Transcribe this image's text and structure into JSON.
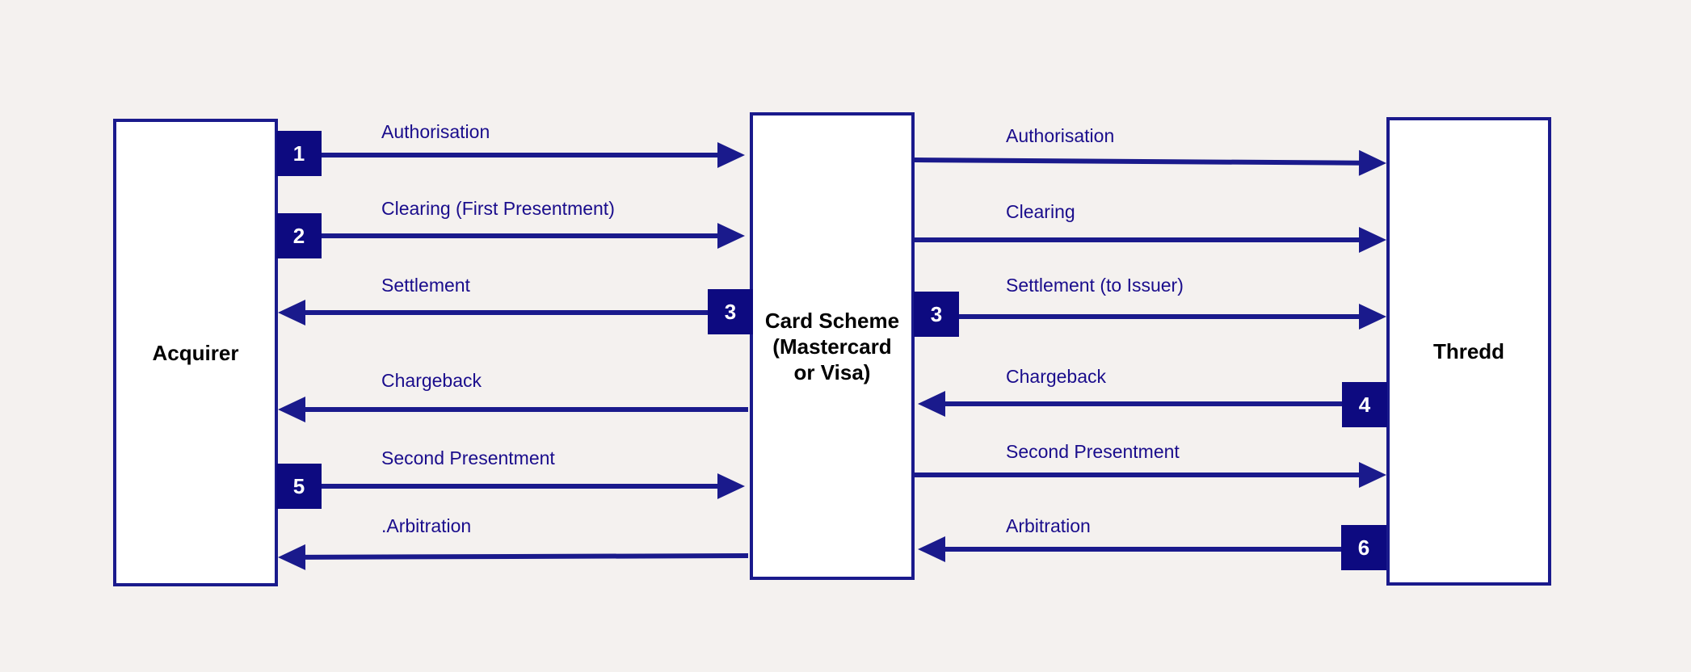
{
  "entities": {
    "acquirer": "Acquirer",
    "scheme": "Card Scheme\n(Mastercard\nor Visa)",
    "thredd": "Thredd"
  },
  "left_flows": [
    {
      "label": "Authorisation",
      "direction": "right",
      "badge": "1"
    },
    {
      "label": "Clearing (First Presentment)",
      "direction": "right",
      "badge": "2"
    },
    {
      "label": "Settlement",
      "direction": "left",
      "badge": "3"
    },
    {
      "label": "Chargeback",
      "direction": "left",
      "badge": ""
    },
    {
      "label": "Second Presentment",
      "direction": "right",
      "badge": "5"
    },
    {
      "label": ".Arbitration",
      "direction": "left",
      "badge": ""
    }
  ],
  "right_flows": [
    {
      "label": "Authorisation",
      "direction": "right",
      "badge": ""
    },
    {
      "label": "Clearing",
      "direction": "right",
      "badge": ""
    },
    {
      "label": "Settlement  (to Issuer)",
      "direction": "right",
      "badge": "3"
    },
    {
      "label": "Chargeback",
      "direction": "left",
      "badge": "4"
    },
    {
      "label": "Second Presentment",
      "direction": "right",
      "badge": ""
    },
    {
      "label": "Arbitration",
      "direction": "left",
      "badge": "6"
    }
  ],
  "colors": {
    "stroke": "#1a1a8c",
    "badge": "#0d0a80",
    "text": "#1a0d8c",
    "background": "#f4f1ef"
  }
}
